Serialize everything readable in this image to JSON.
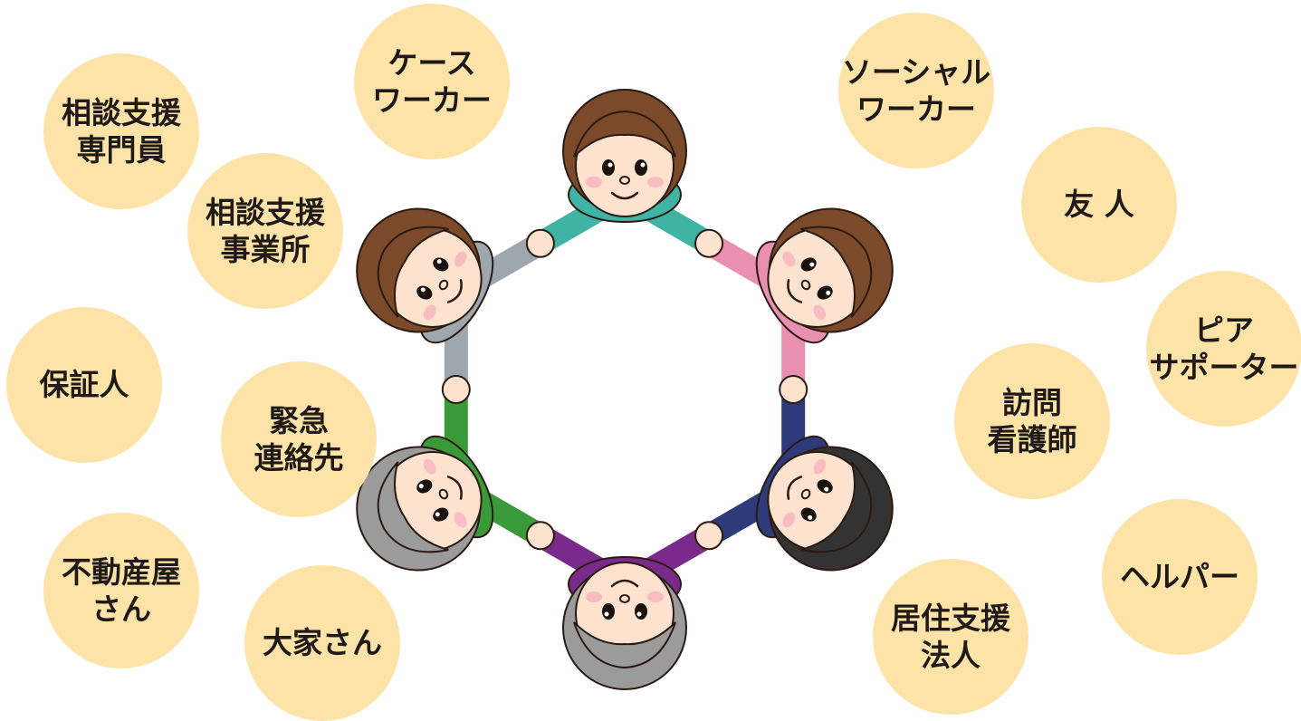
{
  "colors": {
    "bubble": "#fde3a7",
    "skin": "#fce2cf",
    "hair_brown": "#7a4a2a",
    "hair_gray": "#9b9b9b",
    "outline": "#2b1a12",
    "cheek": "#f6b3bd"
  },
  "roles": [
    {
      "id": "case-worker",
      "lines": [
        "ケース",
        "ワーカー"
      ]
    },
    {
      "id": "social-worker",
      "lines": [
        "ソーシャル",
        "ワーカー"
      ]
    },
    {
      "id": "consultation-specialist",
      "lines": [
        "相談支援",
        "専門員"
      ]
    },
    {
      "id": "consultation-office",
      "lines": [
        "相談支援",
        "事業所"
      ]
    },
    {
      "id": "friend",
      "lines": [
        "友 人"
      ]
    },
    {
      "id": "peer-supporter",
      "lines": [
        "ピア",
        "サポーター"
      ]
    },
    {
      "id": "guarantor",
      "lines": [
        "保証人"
      ]
    },
    {
      "id": "emergency-contact",
      "lines": [
        "緊急",
        "連絡先"
      ]
    },
    {
      "id": "visiting-nurse",
      "lines": [
        "訪問",
        "看護師"
      ]
    },
    {
      "id": "helper",
      "lines": [
        "ヘルパー"
      ]
    },
    {
      "id": "real-estate-agent",
      "lines": [
        "不動産屋",
        "さん"
      ]
    },
    {
      "id": "landlord",
      "lines": [
        "大家さん"
      ]
    },
    {
      "id": "residential-support-corp",
      "lines": [
        "居住支援",
        "法人"
      ]
    }
  ],
  "illustration": {
    "icon": "people-holding-hands-circle-icon",
    "people": [
      {
        "id": "boy",
        "shirt": "#3fb3a4",
        "hair": "#7a4a2a"
      },
      {
        "id": "woman-pink",
        "shirt": "#e98fb0",
        "hair": "#7a4a2a"
      },
      {
        "id": "man-navy",
        "shirt": "#2f3a7a",
        "hair": "#333333"
      },
      {
        "id": "elder-purple",
        "shirt": "#7a2a8a",
        "hair": "#9b9b9b"
      },
      {
        "id": "elder-green",
        "shirt": "#3a9a3a",
        "hair": "#9b9b9b"
      },
      {
        "id": "girl-gray",
        "shirt": "#9ea7ad",
        "hair": "#7a4a2a"
      }
    ]
  }
}
